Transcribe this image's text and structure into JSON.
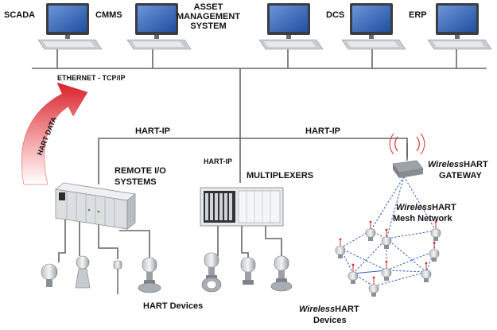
{
  "computers": [
    {
      "id": "scada",
      "label": [
        "SCADA"
      ]
    },
    {
      "id": "cmms",
      "label": [
        "CMMS"
      ]
    },
    {
      "id": "asset-management-system",
      "label": [
        "ASSET",
        "MANAGEMENT",
        "SYSTEM"
      ]
    },
    {
      "id": "dcs",
      "label": [
        "DCS"
      ]
    },
    {
      "id": "erp",
      "label": [
        "ERP"
      ]
    }
  ],
  "network": {
    "ethernet_label": "ETHERNET - TCP/IP",
    "hart_ip_left": "HART-IP",
    "hart_ip_right": "HART-IP",
    "hart_ip_center": "HART-IP"
  },
  "arrow_label": "HART DATA",
  "subsystems": {
    "remote_io": [
      "REMOTE I/O",
      "SYSTEMS"
    ],
    "multiplexers": "MULTIPLEXERS",
    "gateway": {
      "line1_italic": "Wireless",
      "line1_rest": "HART",
      "line2": "GATEWAY"
    },
    "mesh": {
      "line1_italic": "Wireless",
      "line1_rest": "HART",
      "line2": "Mesh Network"
    }
  },
  "devices": {
    "hart": "HART Devices",
    "wireless": {
      "line1_italic": "Wireless",
      "line1_rest": "HART",
      "line2": "Devices"
    }
  },
  "colors": {
    "arrow_red": "#d8202a",
    "mesh_blue": "#2f5fb8",
    "wire": "#666666",
    "screen_blue": "#1f4fa0"
  }
}
